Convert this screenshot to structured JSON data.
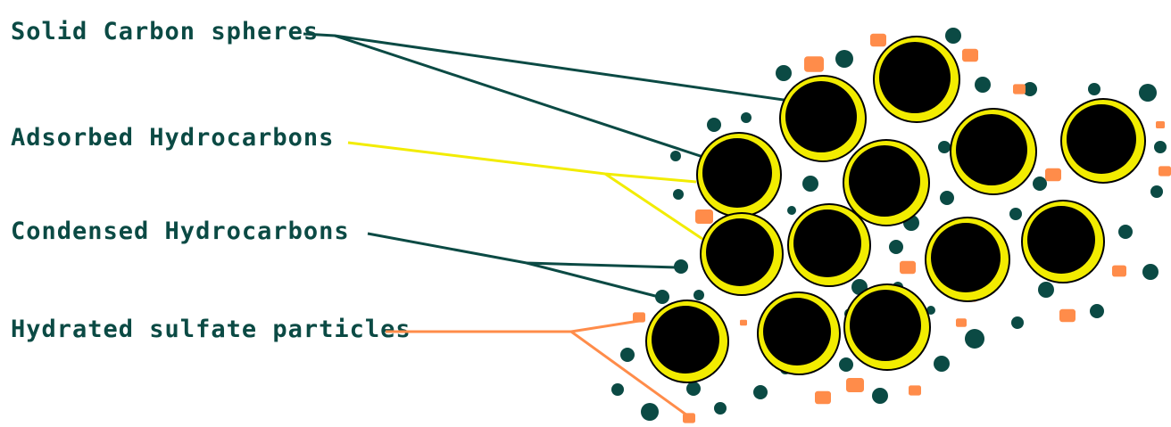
{
  "labels": {
    "solid_carbon": "Solid Carbon spheres",
    "adsorbed": "Adsorbed Hydrocarbons",
    "condensed": "Condensed Hydrocarbons",
    "sulfate": "Hydrated sulfate particles"
  },
  "colors": {
    "label_text": "#0b4a44",
    "carbon_core": "#000000",
    "adsorbed_ring": "#f2ec00",
    "condensed_particle": "#0b4a44",
    "sulfate_particle": "#ff8c4a",
    "leader_carbon": "#0b4a44",
    "leader_adsorbed": "#f2ec00",
    "leader_condensed": "#0b4a44",
    "leader_sulfate": "#ff8c4a"
  }
}
